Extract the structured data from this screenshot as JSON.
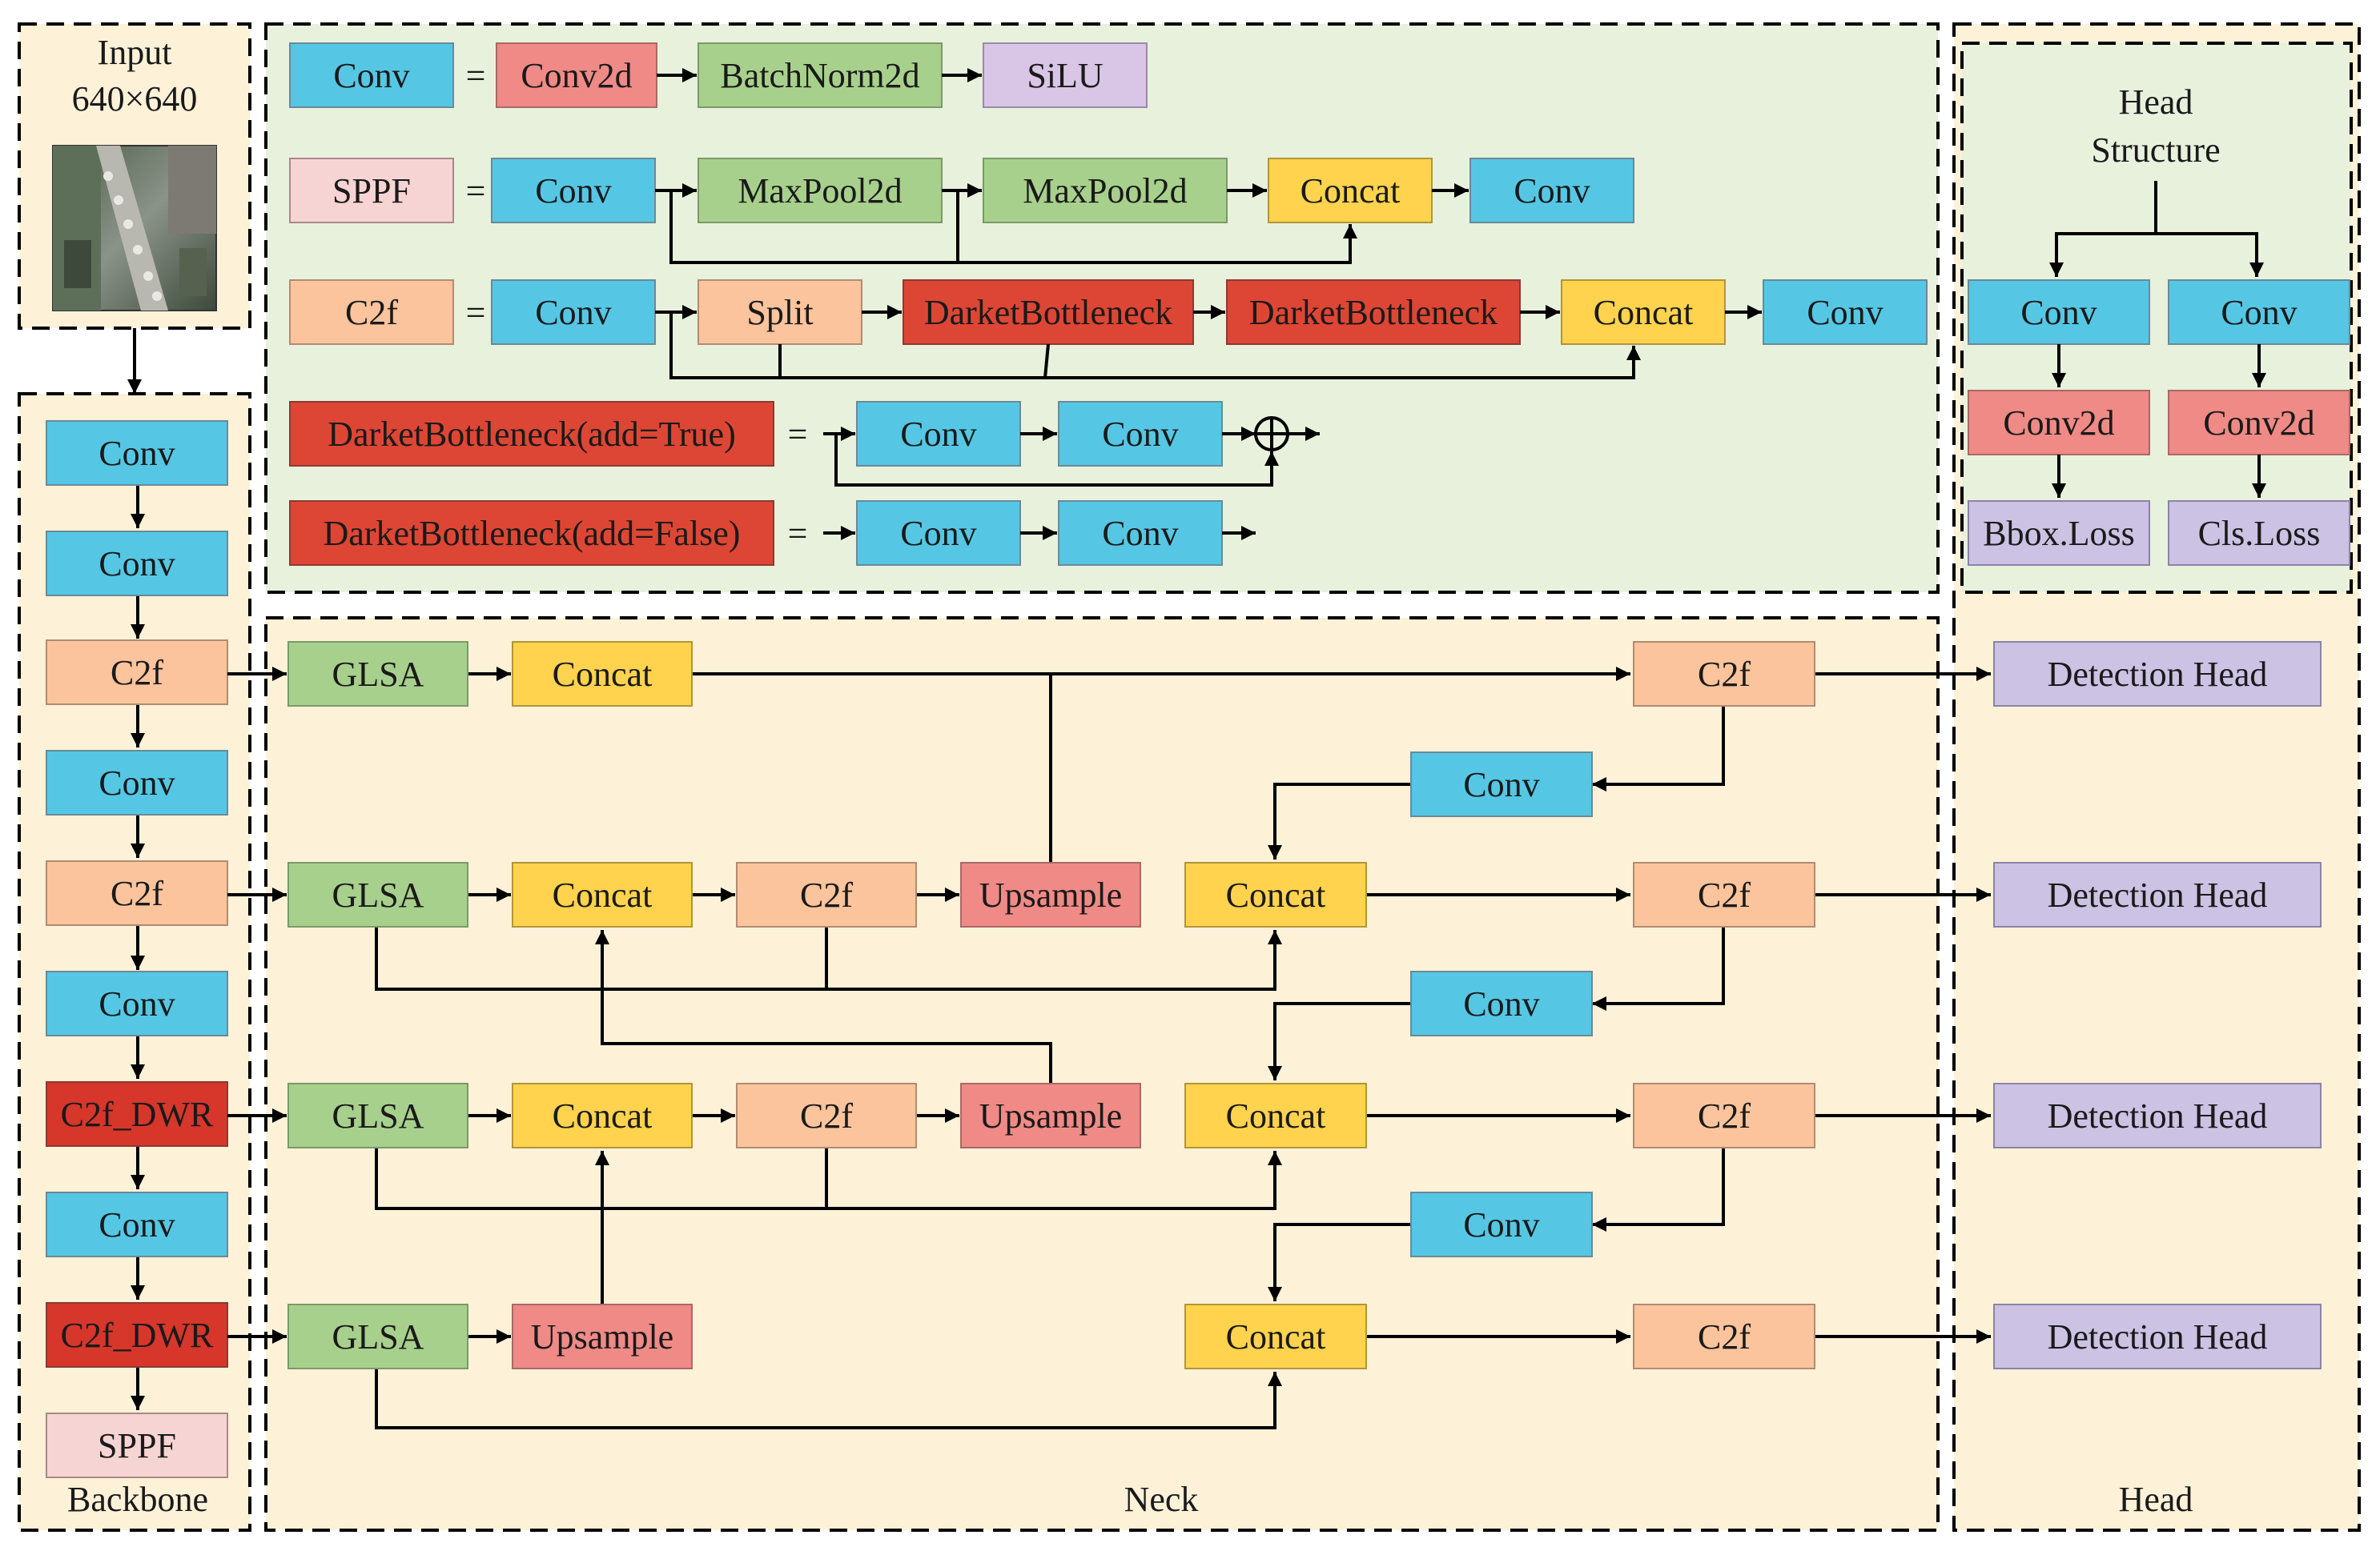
{
  "colors": {
    "conv": "#55c7e4",
    "conv2d": "#ef8a86",
    "batchnorm": "#a8d08d",
    "silu": "#d9c5e6",
    "sppf": "#f6d4d3",
    "c2f": "#fbc49c",
    "split": "#fbc49c",
    "darket": "#dd4634",
    "concat": "#ffd34d",
    "maxpool": "#a8d08d",
    "glsa": "#a8d08d",
    "upsample": "#ef8a86",
    "c2f_dwr": "#d7362b",
    "detection_head": "#cbc2e4",
    "loss": "#cbc2e4",
    "panel_yellow": "#fdf1d8",
    "panel_green": "#e8f1dc",
    "line": "#000000"
  },
  "input": {
    "title_line1": "Input",
    "title_line2": "640×640"
  },
  "sections": {
    "backbone": "Backbone",
    "neck": "Neck",
    "head": "Head"
  },
  "head_structure": {
    "line1": "Head",
    "line2": "Structure"
  },
  "equals_sign": "=",
  "plus_symbol": "⊕",
  "legend_labels": {
    "conv": "Conv",
    "conv2d": "Conv2d",
    "batchnorm2d": "BatchNorm2d",
    "silu": "SiLU",
    "sppf": "SPPF",
    "maxpool2d": "MaxPool2d",
    "concat": "Concat",
    "c2f": "C2f",
    "split": "Split",
    "darket": "DarketBottleneck",
    "darket_true": "DarketBottleneck(add=True)",
    "darket_false": "DarketBottleneck(add=False)"
  },
  "backbone_blocks": [
    "Conv",
    "Conv",
    "C2f",
    "Conv",
    "C2f",
    "Conv",
    "C2f_DWR",
    "Conv",
    "C2f_DWR",
    "SPPF"
  ],
  "neck_labels": {
    "glsa": "GLSA",
    "concat": "Concat",
    "c2f": "C2f",
    "upsample": "Upsample",
    "conv": "Conv"
  },
  "head_labels": {
    "detection_head": "Detection Head",
    "conv": "Conv",
    "conv2d": "Conv2d",
    "bbox_loss": "Bbox.Loss",
    "cls_loss": "Cls.Loss"
  },
  "icons": {
    "input_image": "aerial-photo-icon",
    "sum": "circle-plus-icon"
  }
}
